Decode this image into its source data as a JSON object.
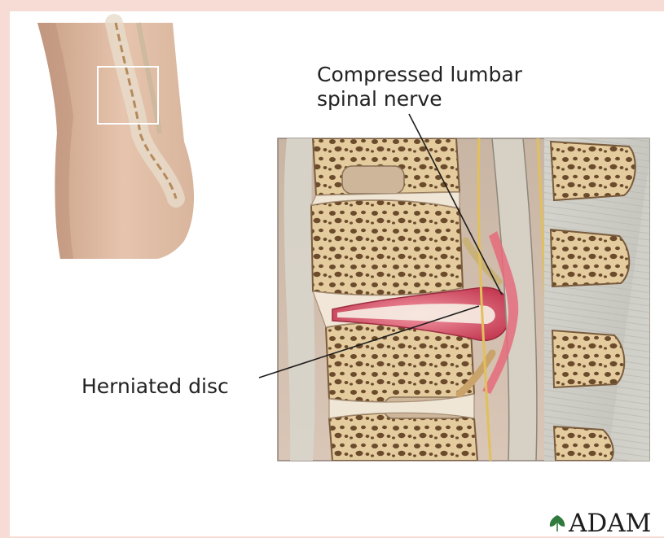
{
  "callouts": {
    "nerve_line1": "Compressed lumbar",
    "nerve_line2": "spinal nerve",
    "disc": "Herniated disc"
  },
  "logo": {
    "text": "ADAM"
  },
  "colors": {
    "page_border": "#f7dcd6",
    "skin": "#e2bfa6",
    "bone": "#ead6ae",
    "bone_pores": "#6a4a2a",
    "disc": "#f2e9dc",
    "herniation": "#d9566a",
    "nerve": "#d7d1c5",
    "ligament": "#dcdad2",
    "logo_green": "#2f7a3c"
  },
  "icons": [
    "adam-leaf-icon"
  ]
}
